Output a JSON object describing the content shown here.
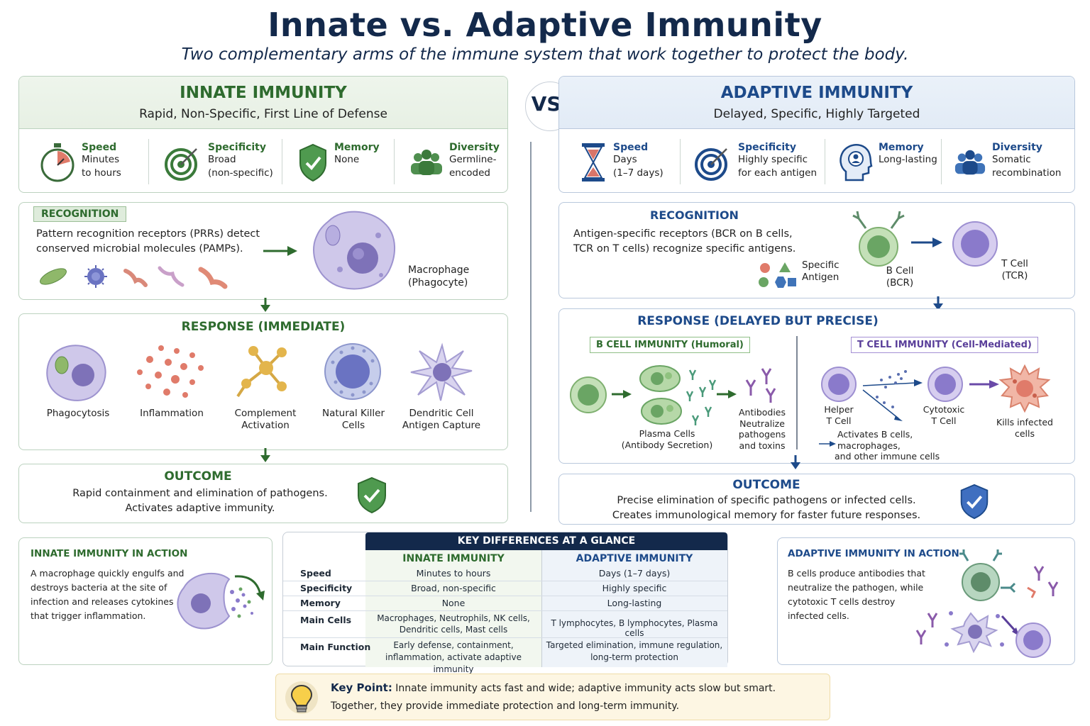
{
  "header": {
    "title": "Innate vs. Adaptive Immunity",
    "subtitle": "Two complementary arms of the immune system that work together to protect the body."
  },
  "vs_label": "VS.",
  "innate": {
    "title": "INNATE IMMUNITY",
    "tagline": "Rapid, Non-Specific, First Line of Defense",
    "stats": [
      {
        "label": "Speed",
        "value1": "Minutes",
        "value2": "to hours",
        "icon": "stopwatch-icon"
      },
      {
        "label": "Specificity",
        "value1": "Broad",
        "value2": "(non-specific)",
        "icon": "target-icon"
      },
      {
        "label": "Memory",
        "value1": "None",
        "value2": "",
        "icon": "shield-icon"
      },
      {
        "label": "Diversity",
        "value1": "Germline-",
        "value2": "encoded",
        "icon": "people-icon"
      }
    ],
    "recognition": {
      "title": "RECOGNITION",
      "text1": "Pattern recognition receptors (PRRs) detect",
      "text2": "conserved microbial molecules (PAMPs).",
      "cell1": "Macrophage",
      "cell2": "(Phagocyte)"
    },
    "response": {
      "title": "RESPONSE (IMMEDIATE)",
      "items": [
        {
          "line1": "Phagocytosis",
          "line2": ""
        },
        {
          "line1": "Inflammation",
          "line2": ""
        },
        {
          "line1": "Complement",
          "line2": "Activation"
        },
        {
          "line1": "Natural Killer",
          "line2": "Cells"
        },
        {
          "line1": "Dendritic Cell",
          "line2": "Antigen Capture"
        }
      ]
    },
    "outcome": {
      "title": "OUTCOME",
      "line1": "Rapid containment and elimination of pathogens.",
      "line2": "Activates adaptive immunity."
    },
    "action": {
      "title": "INNATE IMMUNITY IN ACTION",
      "lines": [
        "A macrophage quickly engulfs and",
        "destroys bacteria at the site of",
        "infection and releases cytokines",
        "that trigger inflammation."
      ]
    }
  },
  "adaptive": {
    "title": "ADAPTIVE IMMUNITY",
    "tagline": "Delayed, Specific, Highly Targeted",
    "stats": [
      {
        "label": "Speed",
        "value1": "Days",
        "value2": "(1–7 days)",
        "icon": "hourglass-icon"
      },
      {
        "label": "Specificity",
        "value1": "Highly specific",
        "value2": "for each antigen",
        "icon": "target-icon"
      },
      {
        "label": "Memory",
        "value1": "Long-lasting",
        "value2": "",
        "icon": "head-memory-icon"
      },
      {
        "label": "Diversity",
        "value1": "Somatic",
        "value2": "recombination",
        "icon": "people-icon"
      }
    ],
    "recognition": {
      "title": "RECOGNITION",
      "text1": "Antigen-specific receptors (BCR on B cells,",
      "text2": "TCR on T cells) recognize specific antigens.",
      "antigen1": "Specific",
      "antigen2": "Antigen",
      "bcell1": "B Cell",
      "bcell2": "(BCR)",
      "tcell1": "T Cell",
      "tcell2": "(TCR)"
    },
    "response": {
      "title": "RESPONSE (DELAYED BUT PRECISE)",
      "b_tag": "B CELL IMMUNITY (Humoral)",
      "t_tag": "T CELL IMMUNITY (Cell-Mediated)",
      "plasma1": "Plasma Cells",
      "plasma2": "(Antibody Secretion)",
      "antibodies": [
        "Antibodies",
        "Neutralize",
        "pathogens",
        "and toxins"
      ],
      "helper1": "Helper",
      "helper2": "T Cell",
      "helper_acts": [
        "Activates B cells,",
        "macrophages,",
        "and other immune cells"
      ],
      "cyto1": "Cytotoxic",
      "cyto2": "T Cell",
      "kills1": "Kills infected",
      "kills2": "cells"
    },
    "outcome": {
      "title": "OUTCOME",
      "line1": "Precise elimination of specific pathogens or infected cells.",
      "line2": "Creates immunological memory for faster future responses."
    },
    "action": {
      "title": "ADAPTIVE IMMUNITY IN ACTION",
      "lines": [
        "B cells produce antibodies that",
        "neutralize the pathogen, while",
        "cytotoxic T cells destroy",
        "infected cells."
      ]
    }
  },
  "key_table": {
    "title": "KEY DIFFERENCES AT A GLANCE",
    "col1": "INNATE IMMUNITY",
    "col2": "ADAPTIVE IMMUNITY",
    "rows": [
      {
        "h": "Speed",
        "a": "Minutes to hours",
        "a2": "",
        "b": "Days (1–7 days)",
        "b2": ""
      },
      {
        "h": "Specificity",
        "a": "Broad, non-specific",
        "a2": "",
        "b": "Highly specific",
        "b2": ""
      },
      {
        "h": "Memory",
        "a": "None",
        "a2": "",
        "b": "Long-lasting",
        "b2": ""
      },
      {
        "h": "Main Cells",
        "a": "Macrophages, Neutrophils, NK cells,",
        "a2": "Dendritic cells, Mast cells",
        "b": "T lymphocytes, B lymphocytes, Plasma cells",
        "b2": ""
      },
      {
        "h": "Main Function",
        "a": "Early defense, containment,",
        "a2": "inflammation, activate adaptive immunity",
        "b": "Targeted elimination, immune regulation,",
        "b2": "long-term protection"
      }
    ]
  },
  "key_point": {
    "label": "Key Point:",
    "line1": "Innate immunity acts fast and wide; adaptive immunity acts slow but smart.",
    "line2": "Together, they provide immediate protection and long-term immunity."
  },
  "colors": {
    "green": "#2e6b2e",
    "blue": "#1d4a8a",
    "navy": "#13294b",
    "cell_purple": "#7e72b8",
    "cell_green": "#6aa564"
  }
}
